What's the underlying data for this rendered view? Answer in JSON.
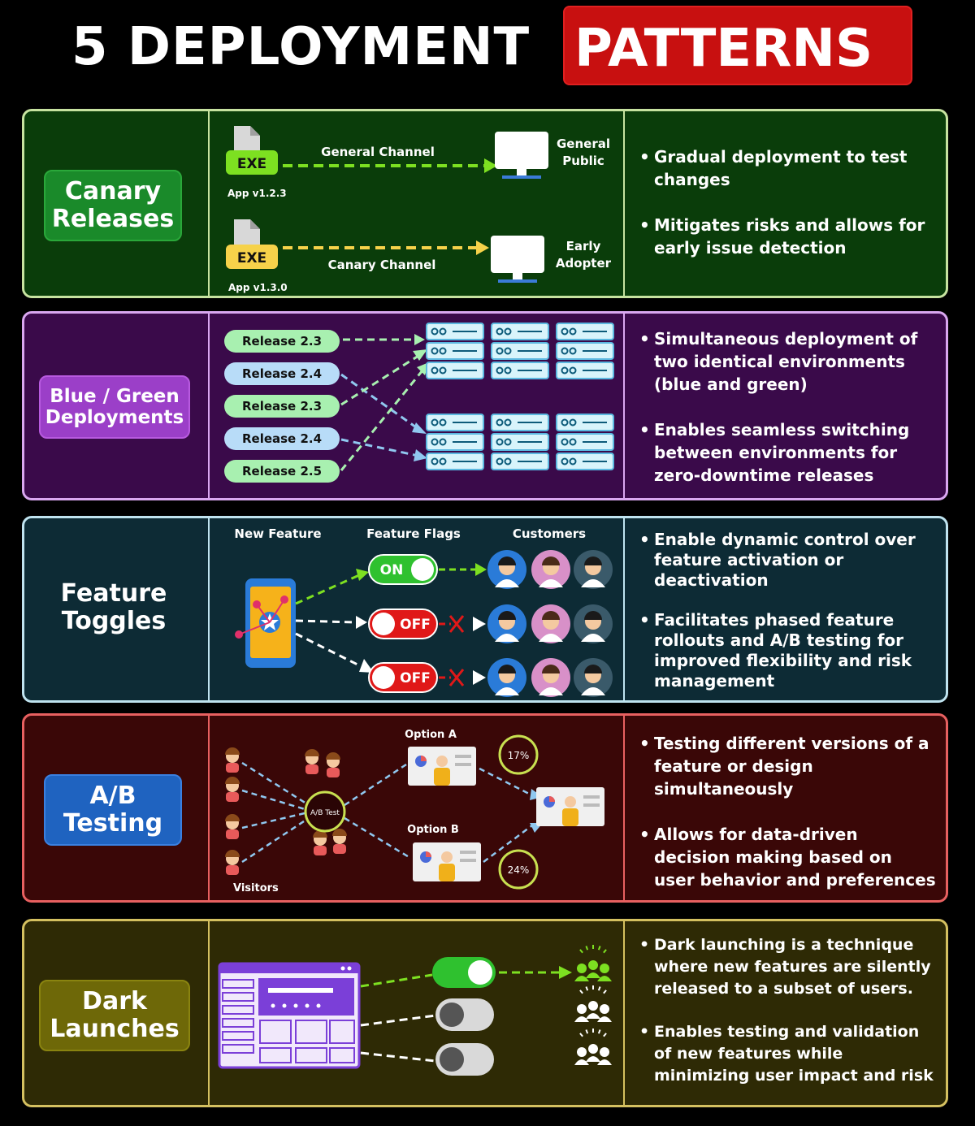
{
  "title": {
    "main": "5 DEPLOYMENT",
    "highlight": "PATTERNS"
  },
  "colors": {
    "title_highlight": "#c81010",
    "canary_bg": "#0a3d0a",
    "bluegreen_bg": "#3a0a4a",
    "feature_bg": "#0d2b35",
    "ab_bg": "#3a0707",
    "dark_bg": "#2e2a05"
  },
  "canary": {
    "badge": "Canary Releases",
    "exe_label": "EXE",
    "app_general": "App v1.2.3",
    "app_canary": "App v1.3.0",
    "general_channel": "General Channel",
    "canary_channel": "Canary Channel",
    "general_public": "General Public",
    "early_adopter": "Early Adopter",
    "bullets": [
      "Gradual deployment to test changes",
      "Mitigates risks and allows for early issue detection"
    ]
  },
  "bluegreen": {
    "badge": "Blue / Green Deployments",
    "releases": [
      "Release 2.3",
      "Release 2.4",
      "Release 2.3",
      "Release 2.4",
      "Release 2.5"
    ],
    "bullets": [
      "Simultaneous deployment of two identical environments (blue and green)",
      "Enables seamless switching between environments for zero-downtime releases"
    ]
  },
  "feature": {
    "badge": "Feature Toggles",
    "col_new": "New Feature",
    "col_flags": "Feature Flags",
    "col_customers": "Customers",
    "toggles": [
      "ON",
      "OFF",
      "OFF"
    ],
    "bullets": [
      "Enable dynamic control over feature activation or deactivation",
      "Facilitates phased feature rollouts and A/B testing for improved flexibility and risk management"
    ]
  },
  "ab": {
    "badge": "A/B Testing",
    "visitors": "Visitors",
    "center": "A/B Test",
    "option_a": "Option A",
    "option_b": "Option B",
    "pct_a": "17%",
    "pct_b": "24%",
    "bullets": [
      "Testing different versions of a feature or design simultaneously",
      "Allows for data-driven decision making based on user behavior and preferences"
    ]
  },
  "dark": {
    "badge": "Dark Launches",
    "bullets": [
      "Dark launching is a technique where new features are silently released to a subset of users.",
      "Enables testing and validation of new features while minimizing user impact and risk"
    ]
  }
}
